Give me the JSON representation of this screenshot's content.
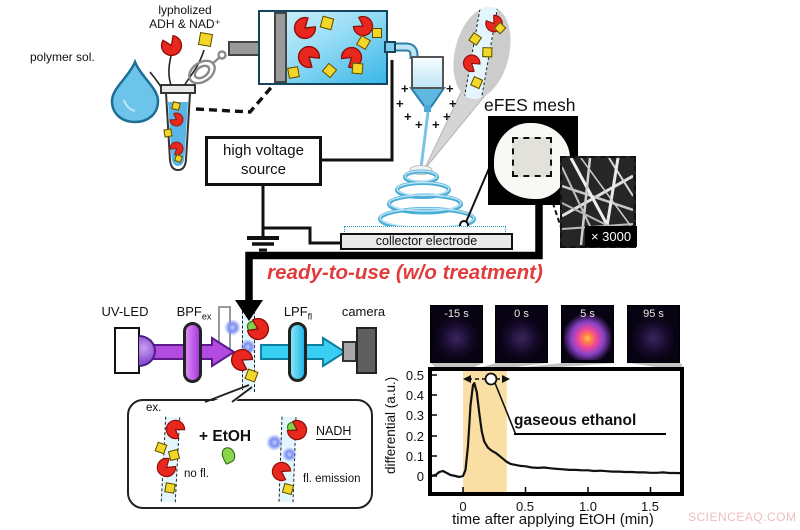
{
  "top": {
    "lyophilized_line1": "lypholized",
    "lyophilized_line2": "ADH & NAD⁺",
    "polymer_label": "polymer sol.",
    "hv_line1": "high voltage",
    "hv_line2": "source",
    "collector_label": "collector electrode",
    "mesh_label": "eFES mesh",
    "magnification": "× 3000"
  },
  "banner": {
    "ready_text": "ready-to-use (w/o treatment)"
  },
  "optics": {
    "uvled_label": "UV-LED",
    "bpf_main": "BPF",
    "bpf_sub": "ex",
    "lpf_main": "LPF",
    "lpf_sub": "fl",
    "camera_label": "camera"
  },
  "inset": {
    "ex_label": "ex.",
    "etoh_label": "+ EtOH",
    "no_fl_label": "no fl.",
    "nadh_label": "NADH",
    "fl_emission_label": "fl. emission"
  },
  "chart": {
    "ylabel": "differential (a.u.)",
    "xlabel": "time after applying EtOH (min)",
    "yticks": [
      "0.5",
      "0.4",
      "0.3",
      "0.2",
      "0.1",
      "0"
    ],
    "xticks": [
      "0",
      "0.5",
      "1.0",
      "1.5"
    ],
    "annotation": "gaseous ethanol",
    "frames": [
      {
        "label": "-15 s"
      },
      {
        "label": "0 s"
      },
      {
        "label": "5 s"
      },
      {
        "label": "95 s"
      }
    ]
  },
  "chart_data": {
    "type": "line",
    "title": "",
    "xlabel": "time after applying EtOH (min)",
    "ylabel": "differential (a.u.)",
    "xlim": [
      -0.26,
      1.78
    ],
    "ylim": [
      -0.09,
      0.53
    ],
    "x": [
      -0.26,
      -0.22,
      -0.19,
      -0.16,
      -0.13,
      -0.1,
      -0.06,
      -0.03,
      0.0,
      0.02,
      0.04,
      0.06,
      0.08,
      0.09,
      0.11,
      0.13,
      0.15,
      0.17,
      0.2,
      0.23,
      0.26,
      0.29,
      0.32,
      0.35,
      0.38,
      0.42,
      0.46,
      0.5,
      0.55,
      0.6,
      0.65,
      0.7,
      0.75,
      0.8,
      0.85,
      0.9,
      0.95,
      1.0,
      1.05,
      1.1,
      1.15,
      1.2,
      1.25,
      1.3,
      1.35,
      1.4,
      1.45,
      1.5,
      1.55,
      1.6,
      1.65,
      1.7,
      1.75,
      1.78
    ],
    "y": [
      0.0,
      0.005,
      0.02,
      0.025,
      0.015,
      0.005,
      0.0,
      -0.005,
      0.0,
      0.03,
      0.15,
      0.35,
      0.45,
      0.46,
      0.415,
      0.31,
      0.22,
      0.17,
      0.14,
      0.125,
      0.115,
      0.1,
      0.085,
      0.07,
      0.06,
      0.055,
      0.05,
      0.048,
      0.042,
      0.04,
      0.042,
      0.038,
      0.035,
      0.033,
      0.03,
      0.03,
      0.028,
      0.028,
      0.025,
      0.026,
      0.024,
      0.022,
      0.022,
      0.02,
      0.02,
      0.018,
      0.018,
      0.016,
      0.016,
      0.018,
      0.015,
      0.015,
      0.014,
      0.015
    ],
    "shaded_region_x": [
      0,
      0.35
    ],
    "shaded_color": "#fadfa5",
    "annotation": "gaseous ethanol",
    "frame_labels": [
      "-15 s",
      "0 s",
      "5 s",
      "95 s"
    ]
  },
  "misc": {
    "plus": "+"
  },
  "watermark": "SCIENCEAQ.COM",
  "colors": {
    "enzyme": "#e8281e",
    "cofactor": "#f2d72a",
    "uv": "#b44be0",
    "fluorescence": "#38cff2",
    "accent_red": "#e23b3c"
  }
}
